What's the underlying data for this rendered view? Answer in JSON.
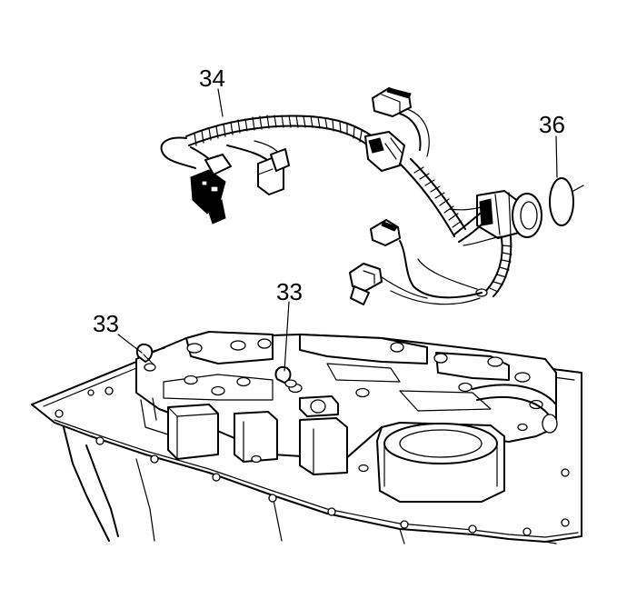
{
  "callouts": {
    "wiring_harness": "34",
    "seal": "36",
    "retainer_right": "33",
    "retainer_left": "33"
  }
}
